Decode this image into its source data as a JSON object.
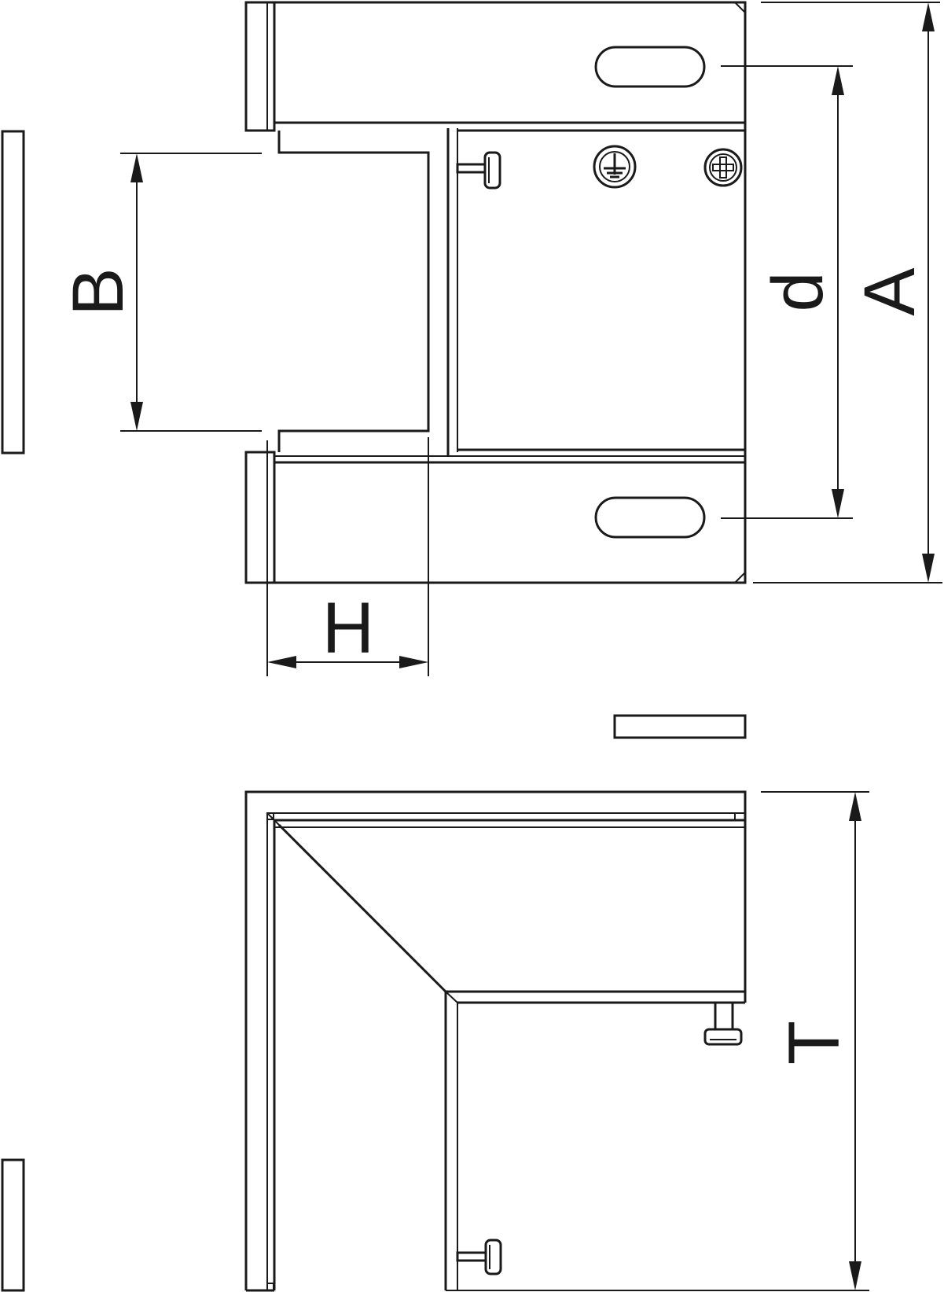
{
  "labels": {
    "B": "B",
    "H": "H",
    "d": "d",
    "A": "A",
    "T": "T"
  },
  "colors": {
    "stroke": "#1a1a1a",
    "background": "#ffffff"
  },
  "icons": [
    "earth-terminal-icon",
    "phillips-screw-icon",
    "thumb-screw-icon"
  ]
}
